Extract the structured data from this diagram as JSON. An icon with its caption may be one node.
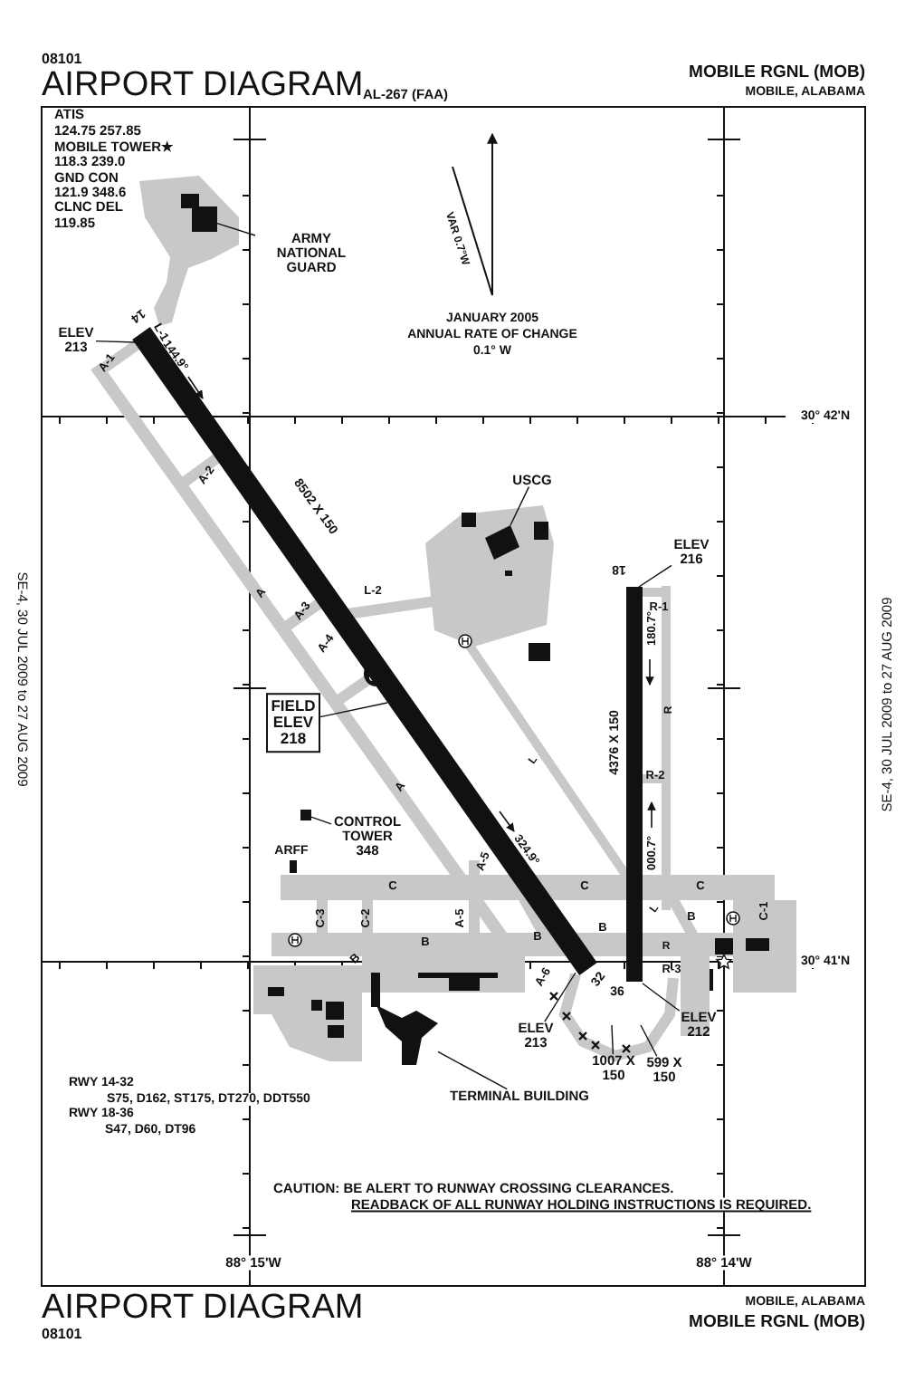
{
  "diagram": {
    "nodes": [
      {
        "text": [
          "ARMY NATIONAL GUARD"
        ]
      },
      {
        "text": [],
        "shape": "box"
      },
      {
        "text": [
          "ELEV 213"
        ]
      },
      {
        "text": [
          "FIELD ELEV 218"
        ]
      },
      {
        "text": [
          "USCG"
        ]
      },
      {
        "text": [],
        "shape": "box"
      },
      {
        "text": [
          "ELEV 216"
        ]
      },
      {
        "text": [
          "CONTROL TOWER 348"
        ]
      },
      {
        "text": [],
        "shape": "box"
      },
      {
        "text": [
          "TERMINAL BUILDING"
        ]
      },
      {
        "text": [],
        "shape": "box"
      },
      {
        "text": [
          "ELEV 213"
        ]
      },
      {
        "text": [
          "1007 X 150"
        ]
      },
      {
        "text": [
          "599 X 150"
        ]
      },
      {
        "text": [
          "ELEV 212"
        ]
      }
    ],
    "edges": [
      {
        "from": 0,
        "to": 1,
        "arrow": "none"
      },
      {
        "from": 2,
        "to": null,
        "arrow": "none"
      },
      {
        "from": 3,
        "to": null,
        "arrow": "none"
      },
      {
        "from": 4,
        "to": 5,
        "arrow": "none"
      },
      {
        "from": 6,
        "to": null,
        "arrow": "none"
      },
      {
        "from": 7,
        "to": 8,
        "arrow": "none"
      },
      {
        "from": 9,
        "to": 10,
        "arrow": "none"
      },
      {
        "from": 11,
        "to": null,
        "arrow": "none"
      },
      {
        "from": 12,
        "to": null,
        "arrow": "none"
      },
      {
        "from": 13,
        "to": null,
        "arrow": "none"
      },
      {
        "from": 14,
        "to": null,
        "arrow": "none"
      }
    ],
    "labels": [
      "08101",
      "AIRPORT DIAGRAM",
      "AL-267 (FAA)",
      "MOBILE RGNL (MOB)",
      "MOBILE, ALABAMA",
      "ATIS",
      "124.75 257.85",
      "MOBILE TOWER★",
      "118.3 239.0",
      "GND CON",
      "121.9 348.6",
      "CLNC DEL",
      "119.85",
      "VAR 0.7°W",
      "JANUARY 2005",
      "ANNUAL RATE OF CHANGE",
      "0.1° W",
      "14",
      "A-1",
      "L-1",
      "144.9°",
      "30° 42'N",
      "A-2",
      "8502 X 150",
      "A",
      "A-3",
      "L-2",
      "18",
      "R-1",
      "180.7°",
      "A-4",
      "R",
      "4376 X 150",
      "L",
      "R-2",
      "A",
      "000.7°",
      "ARFF",
      "A-5",
      "324.9°",
      "C",
      "C",
      "C",
      "C-1",
      "C-3",
      "C-2",
      "A-5",
      "L",
      "B",
      "B",
      "B",
      "B",
      "R",
      "B",
      "30° 41'N",
      "A-6",
      "32",
      "R-3",
      "36",
      "SE-4, 30 JUL 2009 to 27 AUG 2009",
      "SE-4, 30 JUL 2009 to 27 AUG 2009",
      "RWY 14-32",
      "S75, D162, ST175, DT270, DDT550",
      "RWY 18-36",
      "S47, D60, DT96",
      "CAUTION: BE ALERT TO RUNWAY CROSSING CLEARANCES.",
      "READBACK OF ALL RUNWAY HOLDING INSTRUCTIONS IS REQUIRED.",
      "88° 15'W",
      "88° 14'W",
      "AIRPORT DIAGRAM",
      "08101",
      "MOBILE, ALABAMA",
      "MOBILE RGNL (MOB)"
    ]
  }
}
